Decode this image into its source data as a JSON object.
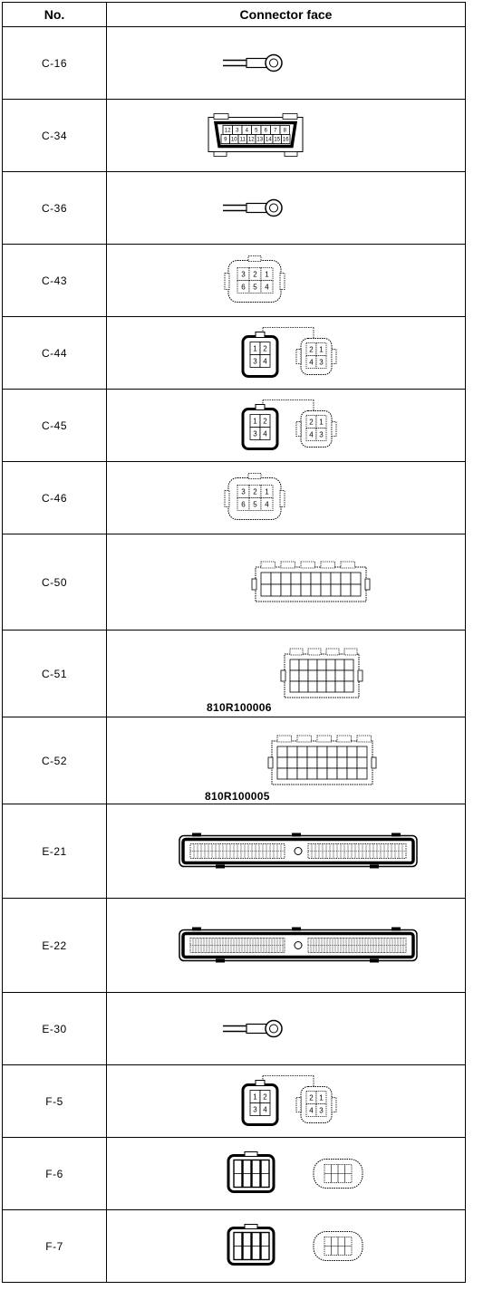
{
  "header": {
    "col_no": "No.",
    "col_face": "Connector face"
  },
  "rows": [
    {
      "no": "C-16",
      "drawing": "ring-terminal"
    },
    {
      "no": "C-34",
      "drawing": "multi-pin-connector",
      "pins_top": [
        "12",
        "3",
        "4",
        "5",
        "6",
        "7",
        "8"
      ],
      "pins_bottom": [
        "9",
        "10",
        "11",
        "12",
        "13",
        "14",
        "15",
        "16"
      ]
    },
    {
      "no": "C-36",
      "drawing": "ring-terminal"
    },
    {
      "no": "C-43",
      "drawing": "6-pin-connector",
      "pins": [
        "3",
        "2",
        "1",
        "6",
        "5",
        "4"
      ]
    },
    {
      "no": "C-44",
      "drawing": "4-pin-connector-pair",
      "pins": [
        "1",
        "2",
        "3",
        "4"
      ],
      "pins_mate": [
        "2",
        "1",
        "4",
        "3"
      ]
    },
    {
      "no": "C-45",
      "drawing": "4-pin-connector-pair",
      "pins": [
        "1",
        "2",
        "3",
        "4"
      ],
      "pins_mate": [
        "2",
        "1",
        "4",
        "3"
      ]
    },
    {
      "no": "C-46",
      "drawing": "6-pin-connector",
      "pins": [
        "3",
        "2",
        "1",
        "6",
        "5",
        "4"
      ]
    },
    {
      "no": "C-50",
      "drawing": "multi-pin-connector"
    },
    {
      "no": "C-51",
      "drawing": "multi-pin-connector",
      "ref": "810R100006"
    },
    {
      "no": "C-52",
      "drawing": "multi-pin-connector",
      "ref": "810R100005"
    },
    {
      "no": "E-21",
      "drawing": "ecu-connector"
    },
    {
      "no": "E-22",
      "drawing": "ecu-connector"
    },
    {
      "no": "E-30",
      "drawing": "ring-terminal"
    },
    {
      "no": "F-5",
      "drawing": "4-pin-connector-pair",
      "pins": [
        "1",
        "2",
        "3",
        "4"
      ],
      "pins_mate": [
        "2",
        "1",
        "4",
        "3"
      ]
    },
    {
      "no": "F-6",
      "drawing": "8-pin-connector-pair"
    },
    {
      "no": "F-7",
      "drawing": "8-pin-connector-pair"
    }
  ]
}
